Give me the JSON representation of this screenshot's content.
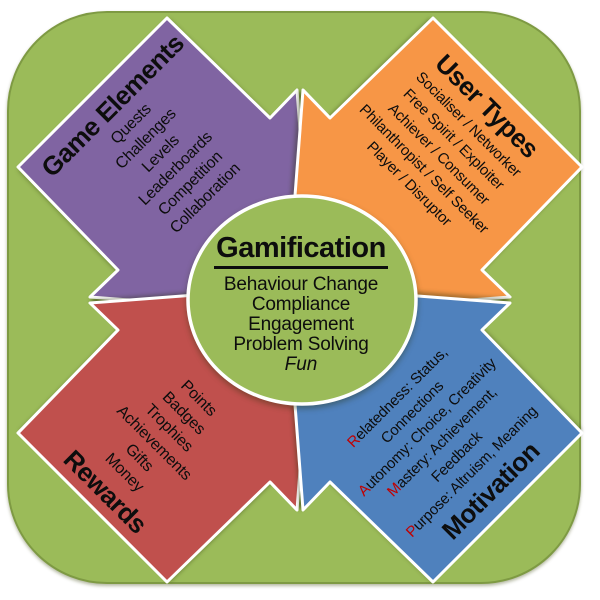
{
  "colors": {
    "board_green": "#9bbb59",
    "board_border": "#7e9a43",
    "purple": "#8064a2",
    "orange": "#f79646",
    "red": "#c0504d",
    "blue": "#4f81bd",
    "outline_white": "#ffffff",
    "text": "#0d0d0d",
    "accent_red": "#c00000"
  },
  "center": {
    "title": "Gamification",
    "items": [
      "Behaviour Change",
      "Compliance",
      "Engagement",
      "Problem Solving"
    ],
    "fun_label": "Fun"
  },
  "quadrants": {
    "game_elements": {
      "title": "Game Elements",
      "items": [
        "Quests",
        "Challenges",
        "Levels",
        "Leaderboards",
        "Competition",
        "Collaboration"
      ]
    },
    "user_types": {
      "title": "User Types",
      "items": [
        "Socialiser / Networker",
        "Free Spirit / Exploiter",
        "Achiever / Consumer",
        "Philanthropist / Self Seeker",
        "Player / Disruptor"
      ]
    },
    "rewards": {
      "title": "Rewards",
      "items": [
        "Points",
        "Badges",
        "Trophies",
        "Achievements",
        "Gifts",
        "Money"
      ]
    },
    "motivation": {
      "title": "Motivation",
      "items": [
        {
          "accent": "R",
          "text": "elatedness: Status,"
        },
        {
          "accent": "",
          "text": "Connections"
        },
        {
          "accent": "A",
          "text": "utonomy: Choice, Creativity"
        },
        {
          "accent": "M",
          "text": "astery: Achievement,"
        },
        {
          "accent": "",
          "text": "Feedback"
        },
        {
          "accent": "P",
          "text": "urpose: Altruism, Meaning"
        }
      ]
    }
  }
}
